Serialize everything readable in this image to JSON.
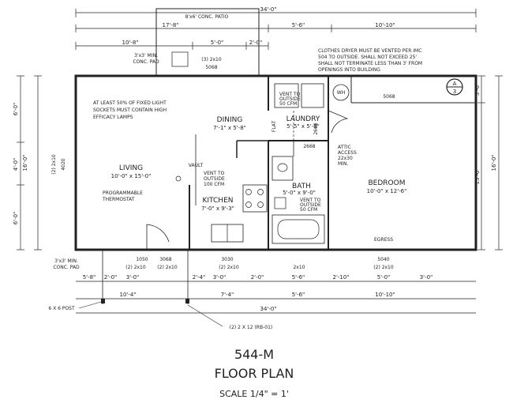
{
  "plan": {
    "model": "544-M",
    "title": "FLOOR PLAN",
    "scale": "SCALE 1/4\" = 1'"
  },
  "top_dims": {
    "overall": "34'-0\"",
    "row2": [
      "17'-8\"",
      "5'-6\"",
      "10'-10\""
    ],
    "row3": [
      "10'-8\"",
      "5'-0\"",
      "2'-0\""
    ]
  },
  "bottom_dims": {
    "row1": [
      "5'-8\"",
      "2'-0\"",
      "3'-0\"",
      "2'-4\"",
      "3'-0\"",
      "2'-0\"",
      "5'-6\"",
      "2'-10\"",
      "5'-0\"",
      "3'-0\""
    ],
    "row2": [
      "10'-4\"",
      "7'-4\"",
      "5'-6\"",
      "10'-10\""
    ],
    "overall": "34'-0\""
  },
  "left_dims": {
    "outer": "16'-0\"",
    "inner": [
      "4'-0\"",
      "6'-0\"",
      "6'-0\""
    ]
  },
  "right_dims": {
    "outer": "16'-0\"",
    "inner": [
      "3'-0\"",
      "13'-0\""
    ]
  },
  "rooms": {
    "patio": "8'x6' CONC. PATIO",
    "living": {
      "name": "LIVING",
      "size": "10'-0\" x 15'-0\""
    },
    "dining": {
      "name": "DINING",
      "size": "7'-1\" x 5'-8\""
    },
    "kitchen": {
      "name": "KITCHEN",
      "size": "7'-0\" x 9'-3\""
    },
    "laundry": {
      "name": "LAUNDRY",
      "size": "5'-5\" x 5'-8\""
    },
    "bath": {
      "name": "BATH",
      "size": "5'-0\" x 9'-0\""
    },
    "bedroom": {
      "name": "BEDROOM",
      "size": "10'-0\" x 12'-6\""
    }
  },
  "notes": {
    "light": [
      "AT LEAST 50% OF FIXED LIGHT",
      "SOCKETS MUST CONTAIN HIGH",
      "EFFICACY LAMPS"
    ],
    "thermostat": [
      "PROGRAMMABLE",
      "THERMOSTAT"
    ],
    "dryer": [
      "CLOTHES DRYER MUST BE VENTED PER IMC",
      "504 TO OUTSIDE. SHALL NOT EXCEED 25'",
      "SHALL NOT TERMINATE LESS THAN 3' FROM",
      "OPENINGS INTO BUILDING"
    ],
    "vent_laundry": [
      "VENT TO",
      "OUTSIDE",
      "50 CFM"
    ],
    "vent_kitchen": [
      "VENT TO",
      "OUTSIDE",
      "100 CFM"
    ],
    "vent_bath": [
      "VENT TO",
      "OUTSIDE",
      "50 CFM"
    ],
    "attic": [
      "ATTIC",
      "ACCESS",
      "22x30",
      "MIN."
    ],
    "vault": "VAULT",
    "flat": "FLAT",
    "egress": "EGRESS",
    "wh": "WH",
    "post": "6 X 6 POST",
    "pad_top": [
      "3'x3' MIN.",
      "CONC. PAD"
    ],
    "pad_bottom": [
      "3'x3' MIN.",
      "CONC. PAD"
    ],
    "header_top": "(3) 2x10",
    "rb_note": "(2) 2 X 12 (RB-01)",
    "left_window_header": "(2) 2x10",
    "left_window_size": "4020"
  },
  "openings": {
    "top_patio_door": "5068",
    "bedroom_top_window": "5068",
    "laundry_door": "2668",
    "bath_door": "2668",
    "win_1050": "1050",
    "win_1050_header": "(2) 2x10",
    "win_3068": "3068",
    "win_3068_header": "(2) 2x10",
    "win_3030": "3030",
    "win_3030_header": "(2) 2x10",
    "bath_header": "2x10",
    "win_5040": "5040",
    "win_5040_header": "(2) 2x10"
  },
  "callout": {
    "letter": "A",
    "sheet": "3"
  }
}
